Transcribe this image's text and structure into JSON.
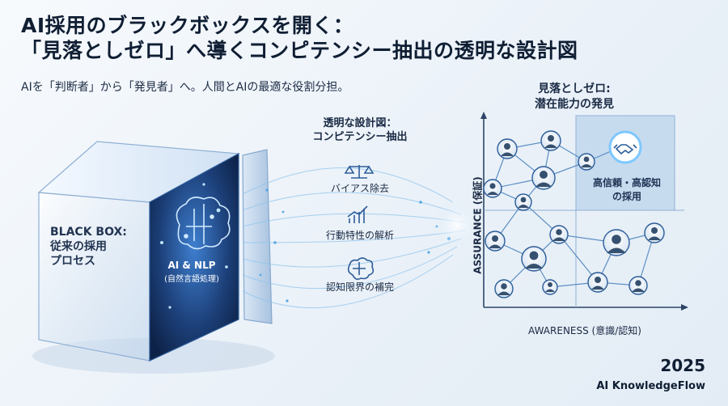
{
  "header": {
    "title_line1": "AI採用のブラックボックスを開く：",
    "title_line2": "「見落としゼロ」へ導くコンピテンシー抽出の透明な設計図",
    "subtitle": "AIを「判断者」から「発見者」へ。人間とAIの最適な役割分担。"
  },
  "black_box": {
    "label_line1": "BLACK BOX:",
    "label_line2": "従来の採用",
    "label_line3": "プロセス",
    "inner_line1": "AI & NLP",
    "inner_line2": "(自然言語処理)"
  },
  "blueprint": {
    "heading_line1": "透明な設計図：",
    "heading_line2": "コンピテンシー抽出",
    "steps": [
      {
        "label": "バイアス除去",
        "icon": "scales-icon"
      },
      {
        "label": "行動特性の解析",
        "icon": "growth-chart-icon"
      },
      {
        "label": "認知限界の補完",
        "icon": "brain-icon"
      }
    ]
  },
  "discovery": {
    "heading_line1": "見落としゼロ:",
    "heading_line2": "潜在能力の発見",
    "highlight_line1": "高信頼・高認知",
    "highlight_line2": "の採用",
    "highlight_icon": "handshake-icon",
    "x_axis_label": "AWARENESS (意識/認知)",
    "y_axis_label": "ASSURANCE (保証)"
  },
  "footer": {
    "year": "2025",
    "brand": "AI KnowledgeFlow"
  },
  "colors": {
    "accent": "#2c5d99",
    "glow": "#7ec8ff",
    "dark": "#0f1e33"
  }
}
